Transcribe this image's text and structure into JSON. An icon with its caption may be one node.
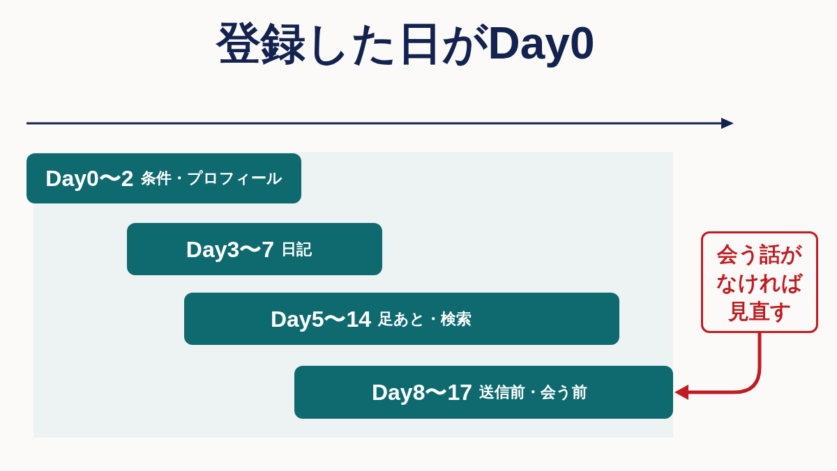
{
  "diagram": {
    "title": "登録した日がDay0",
    "nodes": [
      {
        "text": [
          "Day0〜2",
          "条件・プロフィール"
        ]
      },
      {
        "text": [
          "Day3〜7",
          "日記"
        ]
      },
      {
        "text": [
          "Day5〜14",
          "足あと・検索"
        ]
      },
      {
        "text": [
          "Day8〜17",
          "送信前・会う前"
        ]
      },
      {
        "text": [
          "会う話がなければ見直す"
        ]
      }
    ],
    "edges": [
      {
        "from": 4,
        "to": 3,
        "arrow": "to",
        "color": "#c01c22"
      }
    ]
  }
}
